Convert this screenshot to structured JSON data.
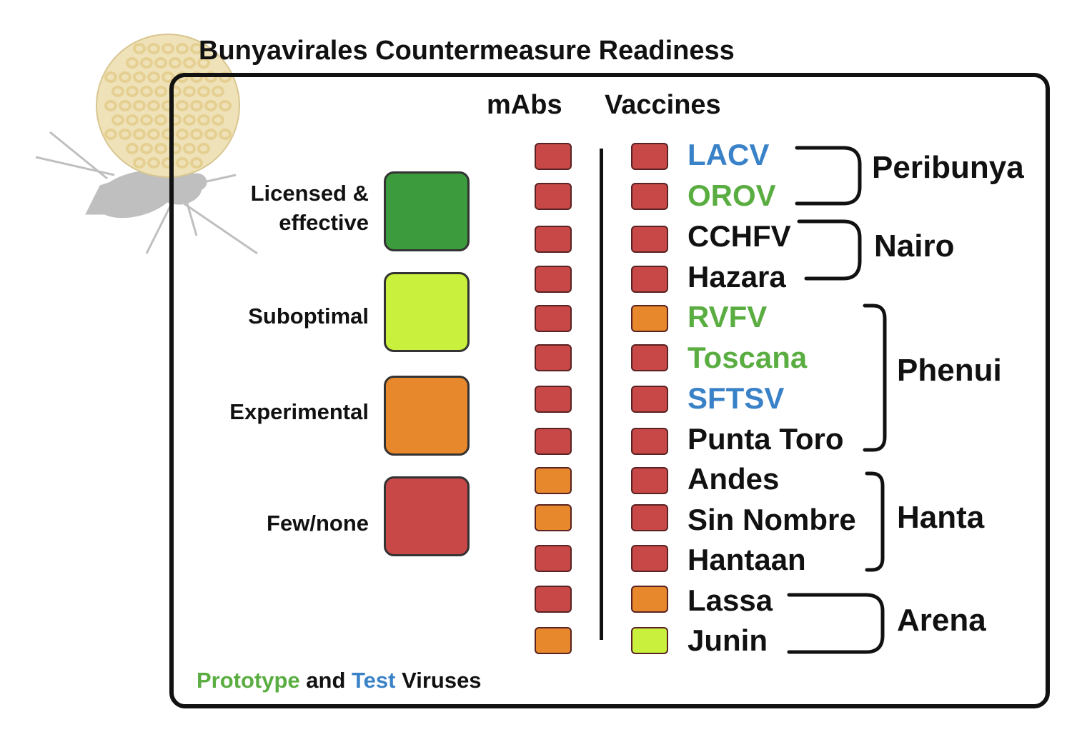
{
  "title": "Bunyavirales Countermeasure Readiness",
  "columns": {
    "mabs": "mAbs",
    "vaccines": "Vaccines"
  },
  "colors": {
    "licensed": "#3c9b3c",
    "suboptimal": "#c8f03c",
    "experimental": "#e8882c",
    "few_none": "#c84848",
    "prototype": "#5aad41",
    "test": "#3a82c8"
  },
  "legend": [
    {
      "label": "Licensed &\neffective",
      "status": "licensed"
    },
    {
      "label": "Suboptimal",
      "status": "suboptimal"
    },
    {
      "label": "Experimental",
      "status": "experimental"
    },
    {
      "label": "Few/none",
      "status": "few_none"
    }
  ],
  "viruses": [
    {
      "name": "LACV",
      "type": "test",
      "mabs": "few_none",
      "vaccines": "few_none"
    },
    {
      "name": "OROV",
      "type": "prototype",
      "mabs": "few_none",
      "vaccines": "few_none"
    },
    {
      "name": "CCHFV",
      "type": "other",
      "mabs": "few_none",
      "vaccines": "few_none"
    },
    {
      "name": "Hazara",
      "type": "other",
      "mabs": "few_none",
      "vaccines": "few_none"
    },
    {
      "name": "RVFV",
      "type": "prototype",
      "mabs": "few_none",
      "vaccines": "experimental"
    },
    {
      "name": "Toscana",
      "type": "prototype",
      "mabs": "few_none",
      "vaccines": "few_none"
    },
    {
      "name": "SFTSV",
      "type": "test",
      "mabs": "few_none",
      "vaccines": "few_none"
    },
    {
      "name": "Punta Toro",
      "type": "other",
      "mabs": "few_none",
      "vaccines": "few_none"
    },
    {
      "name": "Andes",
      "type": "other",
      "mabs": "experimental",
      "vaccines": "few_none"
    },
    {
      "name": "Sin Nombre",
      "type": "other",
      "mabs": "experimental",
      "vaccines": "few_none"
    },
    {
      "name": "Hantaan",
      "type": "other",
      "mabs": "few_none",
      "vaccines": "few_none"
    },
    {
      "name": "Lassa",
      "type": "other",
      "mabs": "few_none",
      "vaccines": "experimental"
    },
    {
      "name": "Junin",
      "type": "other",
      "mabs": "experimental",
      "vaccines": "suboptimal"
    }
  ],
  "families": [
    {
      "name": "Peribunya"
    },
    {
      "name": "Nairo"
    },
    {
      "name": "Phenui"
    },
    {
      "name": "Hanta"
    },
    {
      "name": "Arena"
    }
  ],
  "footnote": {
    "prototype": "Prototype",
    "and": " and ",
    "test": "Test",
    "rest": " Viruses"
  }
}
